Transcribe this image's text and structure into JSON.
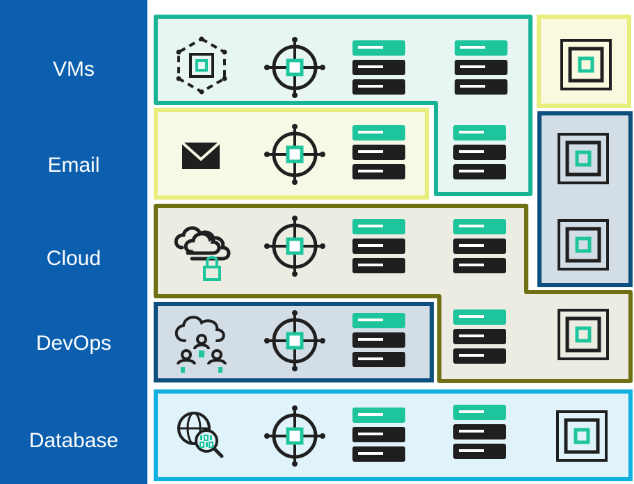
{
  "rows": [
    {
      "label": "VMs"
    },
    {
      "label": "Email"
    },
    {
      "label": "Cloud"
    },
    {
      "label": "DevOps"
    },
    {
      "label": "Database"
    }
  ],
  "colors": {
    "sidebar": "#0b5fae",
    "teal": "#18b495",
    "yellow": "#e7ee7c",
    "olive": "#6f6f14",
    "navy": "#0d4f7e",
    "cyan": "#12b0e0",
    "icon_dark": "#1f1f1f",
    "icon_green": "#1ec59c"
  },
  "groups": [
    {
      "name": "VMs",
      "color": "teal"
    },
    {
      "name": "Email",
      "color": "yellow"
    },
    {
      "name": "Cloud",
      "color": "olive"
    },
    {
      "name": "DevOps",
      "color": "navy"
    },
    {
      "name": "Database",
      "color": "cyan"
    }
  ],
  "icons": {
    "vm": "vm-cluster-icon",
    "email": "envelope-icon",
    "cloud": "cloud-lock-icon",
    "devops": "team-cloud-icon",
    "database": "globe-binary-search-icon",
    "network": "network-node-icon",
    "server": "server-stack-icon",
    "storage": "storage-square-icon"
  }
}
